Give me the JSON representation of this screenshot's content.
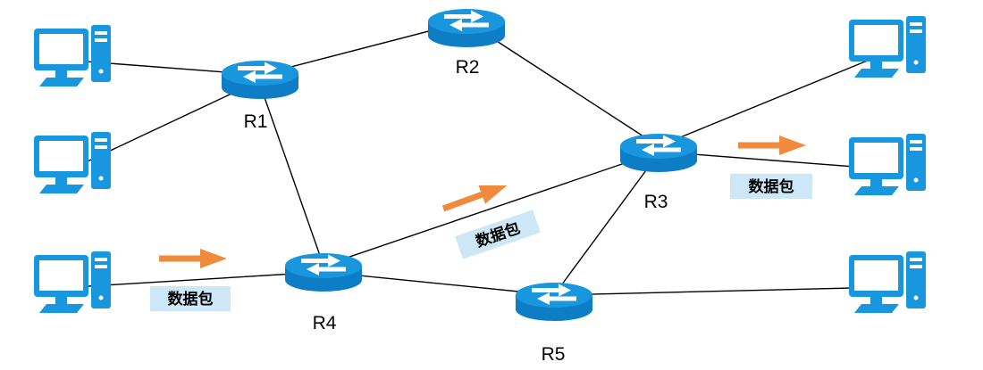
{
  "diagram": {
    "type": "network-topology",
    "routers": [
      {
        "id": "r1",
        "label": "R1"
      },
      {
        "id": "r2",
        "label": "R2"
      },
      {
        "id": "r3",
        "label": "R3"
      },
      {
        "id": "r4",
        "label": "R4"
      },
      {
        "id": "r5",
        "label": "R5"
      }
    ],
    "hosts": {
      "left_count": 3,
      "right_count": 3
    },
    "packet_labels": [
      {
        "id": "packet-left",
        "text": "数据包"
      },
      {
        "id": "packet-middle",
        "text": "数据包"
      },
      {
        "id": "packet-right",
        "text": "数据包"
      }
    ],
    "icons": {
      "router": "router-icon",
      "host": "desktop-pc-icon",
      "packet_direction": "orange-right-arrow-icon"
    },
    "colors": {
      "device_blue": "#1897DF",
      "device_blue_dark": "#0D7EC6",
      "arrow_orange": "#F08A3C",
      "label_bg": "#CDE7F6",
      "link": "#000000"
    }
  }
}
